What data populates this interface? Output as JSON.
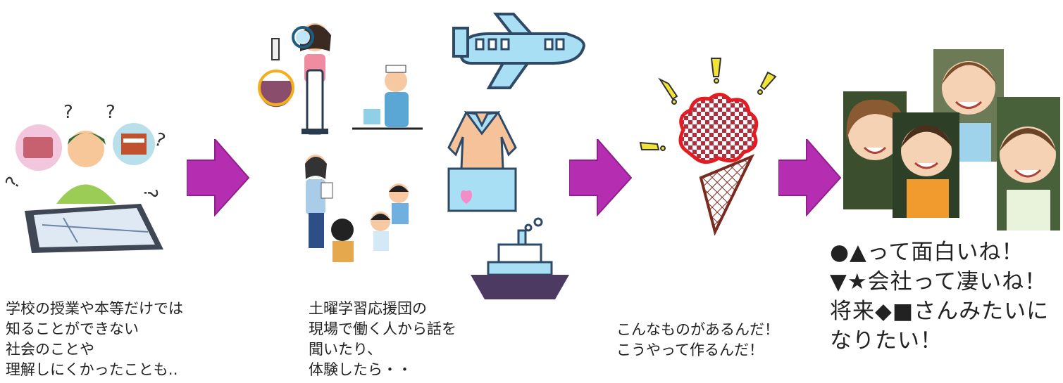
{
  "colors": {
    "arrow": "#b52eb1",
    "airplane": "#a9dff5",
    "outline": "#2f4a66",
    "icecream_red": "#e31b23",
    "cone": "#7a2a1f",
    "ship_hull": "#4d3a63"
  },
  "step1": {
    "question_marks": [
      "?",
      "?",
      "?",
      "?",
      "?"
    ],
    "caption": "学校の授業や本等だけでは\n知ることができない\n社会のことや\n理解しにくかったことも‥"
  },
  "step2": {
    "caption": "土曜学習応援団の\n現場で働く人から話を\n聞いたり、\n体験したら・・"
  },
  "step3": {
    "exclamations": [
      "!",
      "!",
      "!",
      "!",
      "!"
    ],
    "caption": "こんなものがあるんだ！\nこうやって作るんだ！"
  },
  "step4": {
    "caption": "●▲って面白いね！\n▼★会社って凄いね！\n将来◆■さんみたいに\nなりたい！"
  },
  "icons": [
    "student-tablet-icon",
    "arrow-right-icon",
    "scientist-icon",
    "flask-icon",
    "factory-worker-icon",
    "airplane-icon",
    "dress-icon",
    "teacher-children-icon",
    "ship-icon",
    "icecream-icon",
    "exclamation-icon",
    "happy-people-icon"
  ]
}
